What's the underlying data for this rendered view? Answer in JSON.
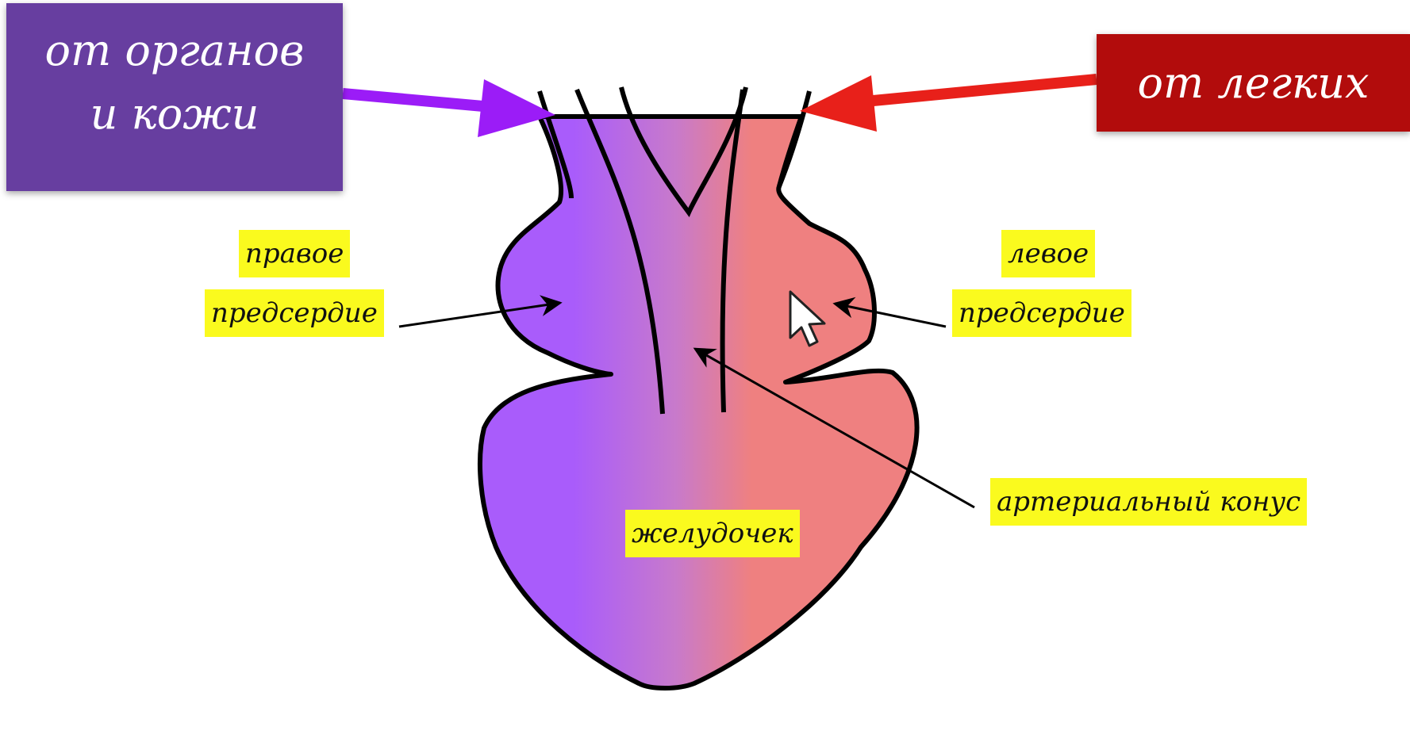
{
  "colors": {
    "venous": "#a95cfb",
    "arterial": "#ef8080",
    "mixed": "#c87acb",
    "organs_box": "#673ea0",
    "lungs_box": "#b20c0c",
    "organs_arrow": "#9b1cf7",
    "lungs_arrow": "#e8201a",
    "highlight": "#fafa1e",
    "outline": "#000000"
  },
  "sources": {
    "from_organs_line1": "от органов",
    "from_organs_line2": "и кожи",
    "from_lungs": "от легких"
  },
  "labels": {
    "right_atrium_line1": "правое",
    "right_atrium_line2": "предсердие",
    "left_atrium_line1": "левое",
    "left_atrium_line2": "предсердие",
    "ventricle": "желудочек",
    "arterial_cone": "артериальный конус"
  },
  "icons": {
    "cursor": "mouse-pointer-icon"
  }
}
